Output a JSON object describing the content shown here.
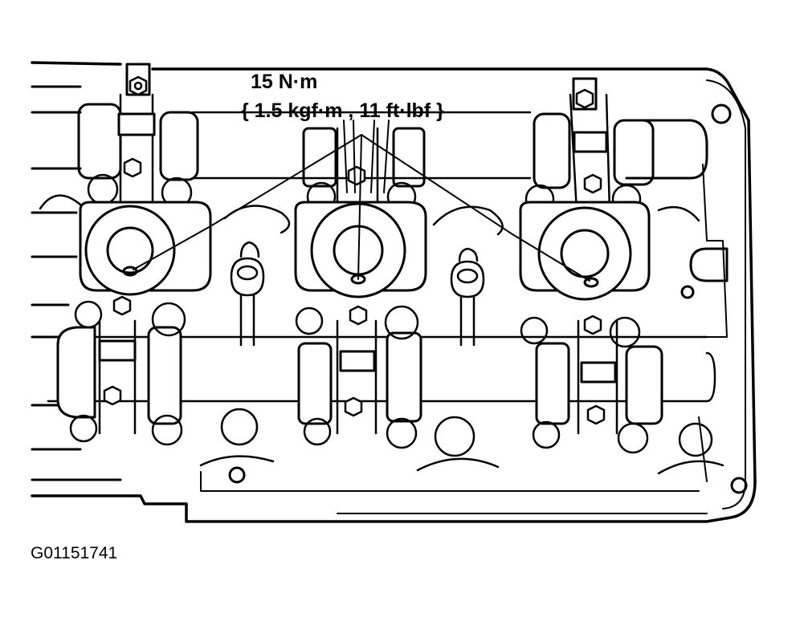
{
  "torque_spec": {
    "line1": "15 N·m",
    "line2": "{ 1.5 kgf·m , 11 ft·lbf }"
  },
  "figure_id": "G01151741",
  "colors": {
    "ink": "#000000",
    "paper": "#ffffff"
  }
}
